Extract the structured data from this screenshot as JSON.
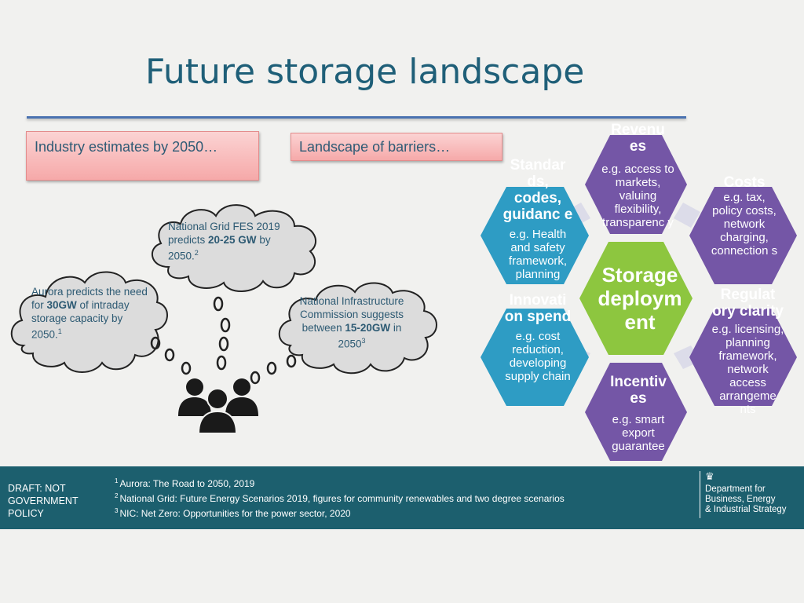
{
  "title": "Future storage landscape",
  "boxes": {
    "industry": "Industry estimates by 2050…",
    "barriers": "Landscape of barriers…"
  },
  "clouds": {
    "fes_pre": "National Grid FES 2019 predicts ",
    "fes_bold": "20-25 GW",
    "fes_post": " by 2050.",
    "fes_ref": "2",
    "aurora_pre": "Aurora predicts the need for ",
    "aurora_bold": "30GW",
    "aurora_post": " of intraday storage capacity by 2050.",
    "aurora_ref": "1",
    "nic_pre": "National Infrastructure Commission suggests between ",
    "nic_bold": "15-20GW",
    "nic_post": " in 2050",
    "nic_ref": "3"
  },
  "hexes": {
    "center": "Storage deploym ent",
    "revenues_h": "Revenu es",
    "revenues_t": "e.g. access to markets, valuing flexibility, transparenc y",
    "standards_h": "Standar ds, codes, guidanc e",
    "standards_t": "e.g. Health and safety framework, planning guidance",
    "costs_h": "Costs",
    "costs_t": "e.g. tax, policy costs, network charging, connection s",
    "innovation_h": "Innovati on spend",
    "innovation_t": "e.g. cost reduction, developing supply chain",
    "regulatory_h": "Regulat ory clarity",
    "regulatory_t": "e.g. licensing, planning framework, network access arrangeme nts",
    "incentives_h": "Incentiv es",
    "incentives_t": "e.g. smart export guarantee"
  },
  "colors": {
    "title": "#1f5f78",
    "center": "#8dc63f",
    "blue": "#2e9cc4",
    "purple": "#7456a6",
    "footer": "#1c5f6e"
  },
  "icons": [
    "people-group-icon",
    "government-crest-icon"
  ],
  "footer": {
    "draft": "DRAFT: NOT GOVERNMENT POLICY",
    "ref1_num": "1",
    "ref1": "Aurora: The Road to 2050, 2019",
    "ref2_num": "2",
    "ref2": "National Grid: Future Energy Scenarios 2019, figures for community renewables and two degree scenarios",
    "ref3_num": "3",
    "ref3": "NIC: Net Zero: Opportunities for the power sector, 2020",
    "dept1": "Department for",
    "dept2": "Business, Energy",
    "dept3": "& Industrial Strategy"
  }
}
